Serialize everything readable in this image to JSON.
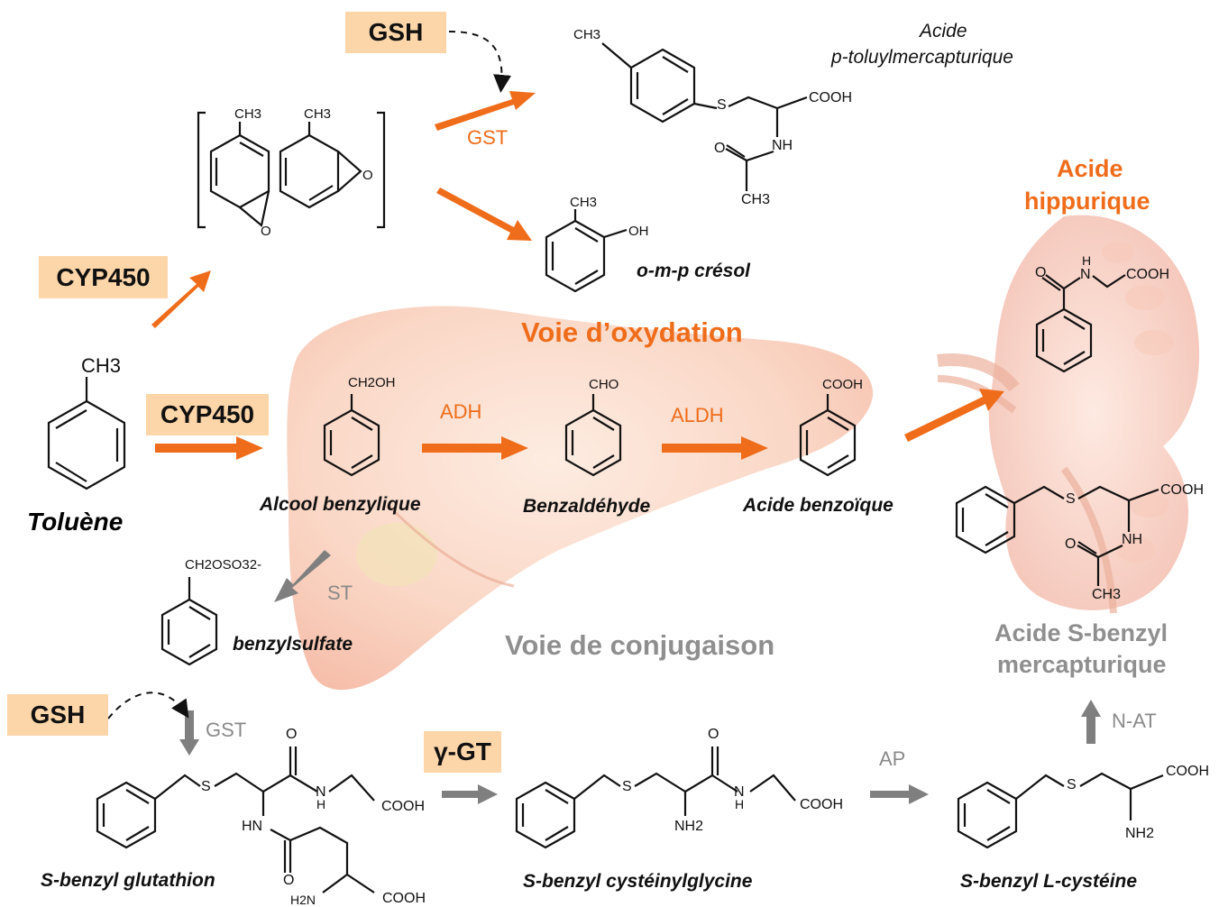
{
  "boxes": {
    "gsh_top": "GSH",
    "cyp450_a": "CYP450",
    "cyp450_b": "CYP450",
    "gsh_bottom": "GSH",
    "ggt": "γ-GT"
  },
  "enzymes": {
    "gst_top": "GST",
    "adh": "ADH",
    "aldh": "ALDH",
    "st": "ST",
    "gst_bottom": "GST",
    "ap": "AP",
    "nat": "N-AT"
  },
  "pathways": {
    "oxidation": "Voie d’oxydation",
    "conjugation": "Voie de conjugaison"
  },
  "compounds": {
    "toluene": "Toluène",
    "benzyl_alcohol": "Alcool benzylique",
    "benzaldehyde": "Benzaldéhyde",
    "benzoic_acid": "Acide benzoïque",
    "benzylsulfate": "benzylsulfate",
    "cresol": "o-m-p crésol",
    "ptoluyl_line1": "Acide",
    "ptoluyl_line2": "p-toluylmercapturique",
    "hippuric_line1": "Acide",
    "hippuric_line2": "hippurique",
    "sbenzylmerc_line1": "Acide S-benzyl",
    "sbenzylmerc_line2": "mercapturique",
    "sb_glutathion": "S-benzyl glutathion",
    "sb_cysgly": "S-benzyl cystéinylglycine",
    "sb_lcys": "S-benzyl L-cystéine"
  },
  "atoms": {
    "ch3": "CH3",
    "ch2oh": "CH2OH",
    "cho": "CHO",
    "cooh": "COOH",
    "oh": "OH",
    "o": "O",
    "nh": "NH",
    "h": "H",
    "s": "S",
    "n": "N",
    "hn": "HN",
    "nh2": "NH2",
    "h2n": "H2N",
    "ch2oso3": "CH2OSO32-"
  },
  "colors": {
    "orange": "#ef6c1a",
    "gray": "#8f8f8f",
    "box": "#fcd5a8",
    "organ": "#f6b9a3"
  }
}
